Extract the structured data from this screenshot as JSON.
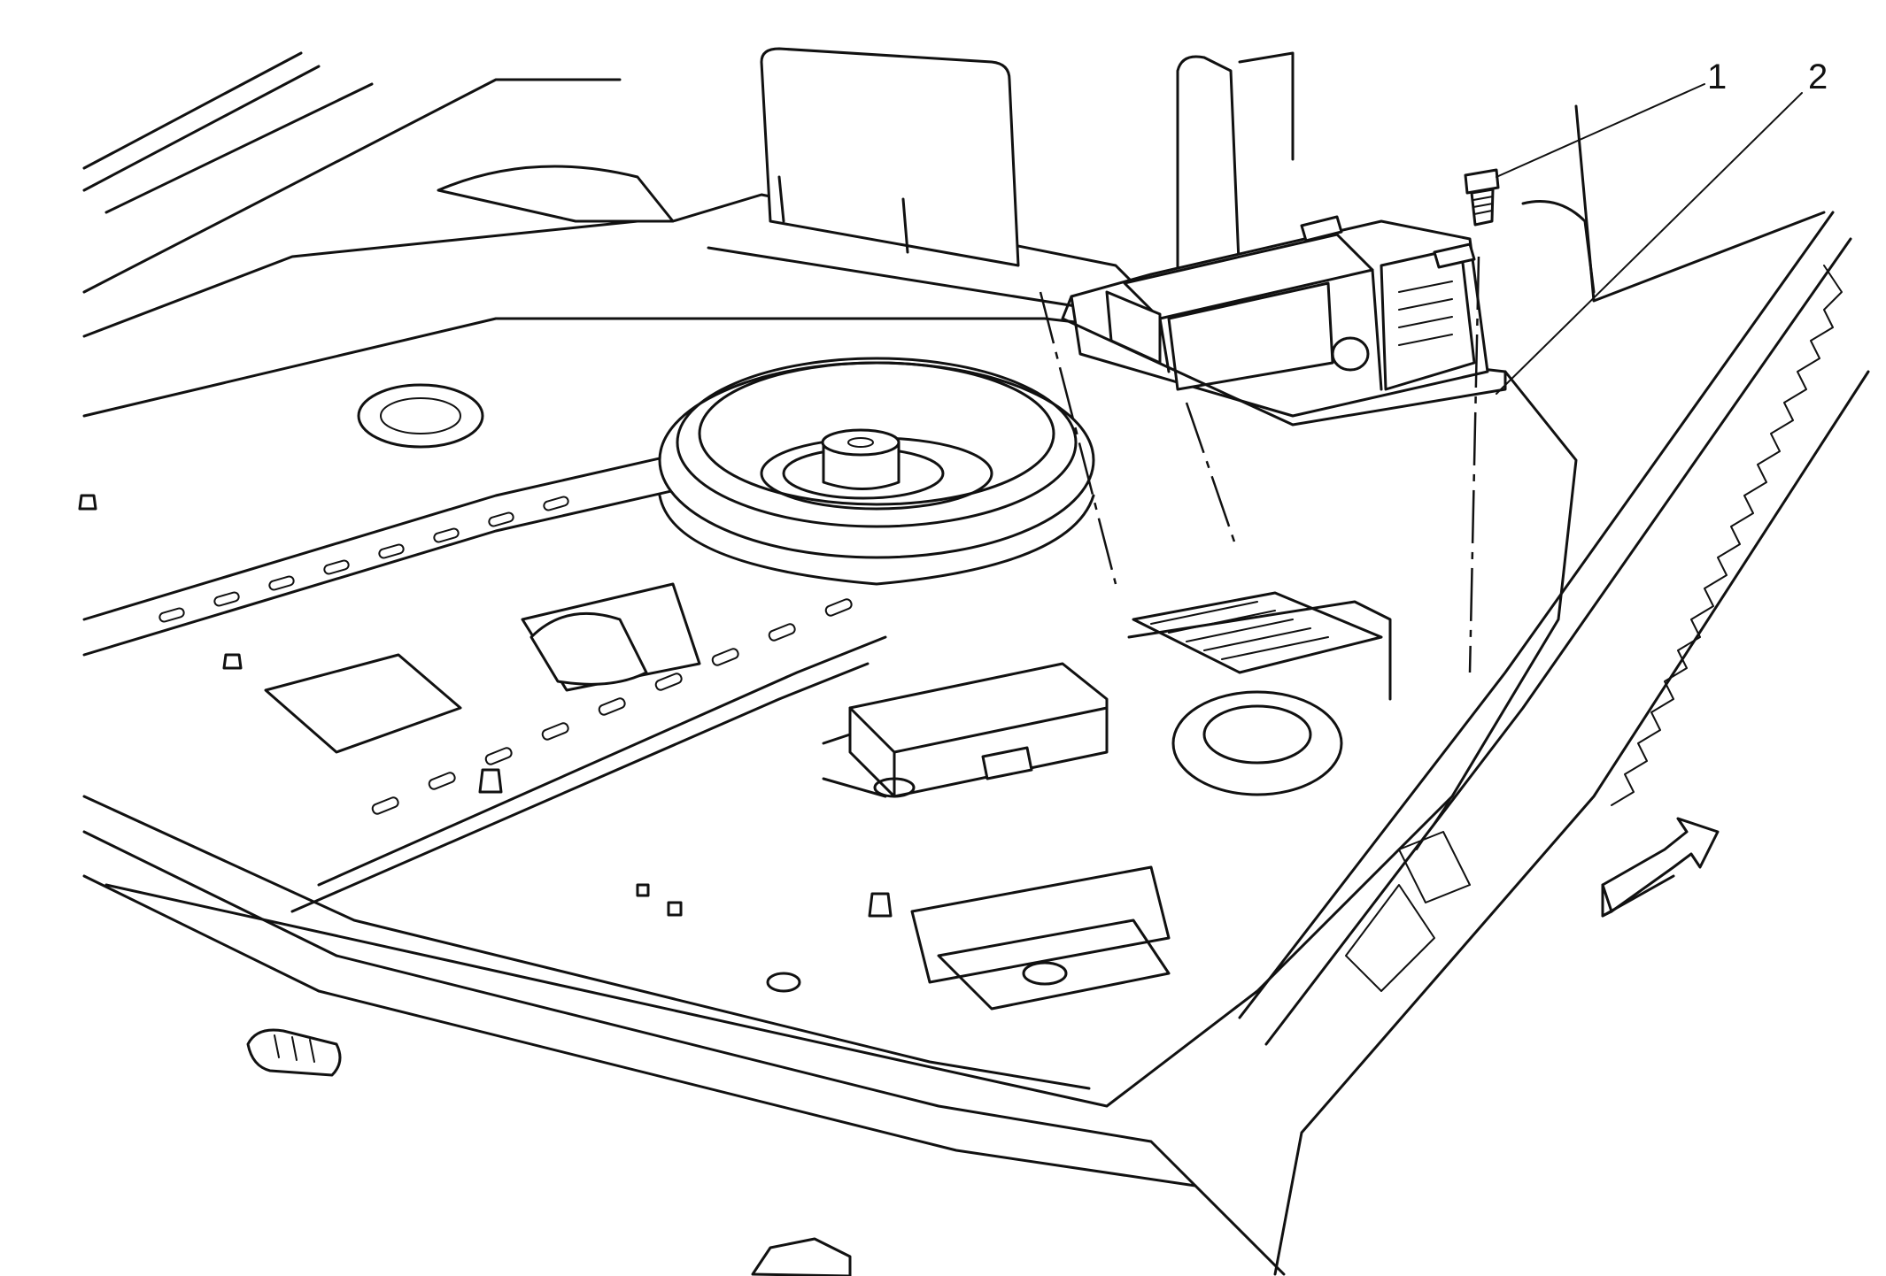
{
  "callouts": [
    {
      "id": "1",
      "label": "1"
    },
    {
      "id": "2",
      "label": "2"
    }
  ],
  "icons": {
    "view_arrow": "front-direction-arrow-icon"
  },
  "colors": {
    "line": "#111111",
    "background": "#ffffff"
  }
}
